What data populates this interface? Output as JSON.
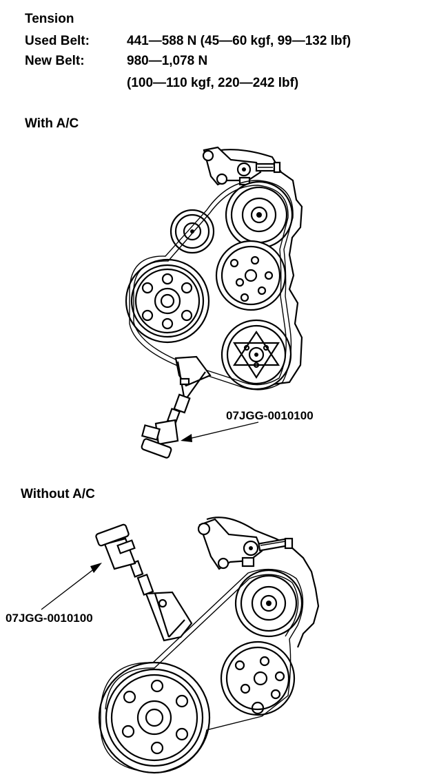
{
  "tension": {
    "title": "Tension",
    "used_belt_label": "Used Belt:",
    "used_belt_value": "441—588 N (45—60 kgf, 99—132 lbf)",
    "new_belt_label": "New Belt:",
    "new_belt_value_line1": "980—1,078 N",
    "new_belt_value_line2": "(100—110 kgf, 220—242 lbf)"
  },
  "with_ac": {
    "heading": "With A/C",
    "tool_label": "07JGG-0010100"
  },
  "without_ac": {
    "heading": "Without A/C",
    "tool_label": "07JGG-0010100"
  }
}
